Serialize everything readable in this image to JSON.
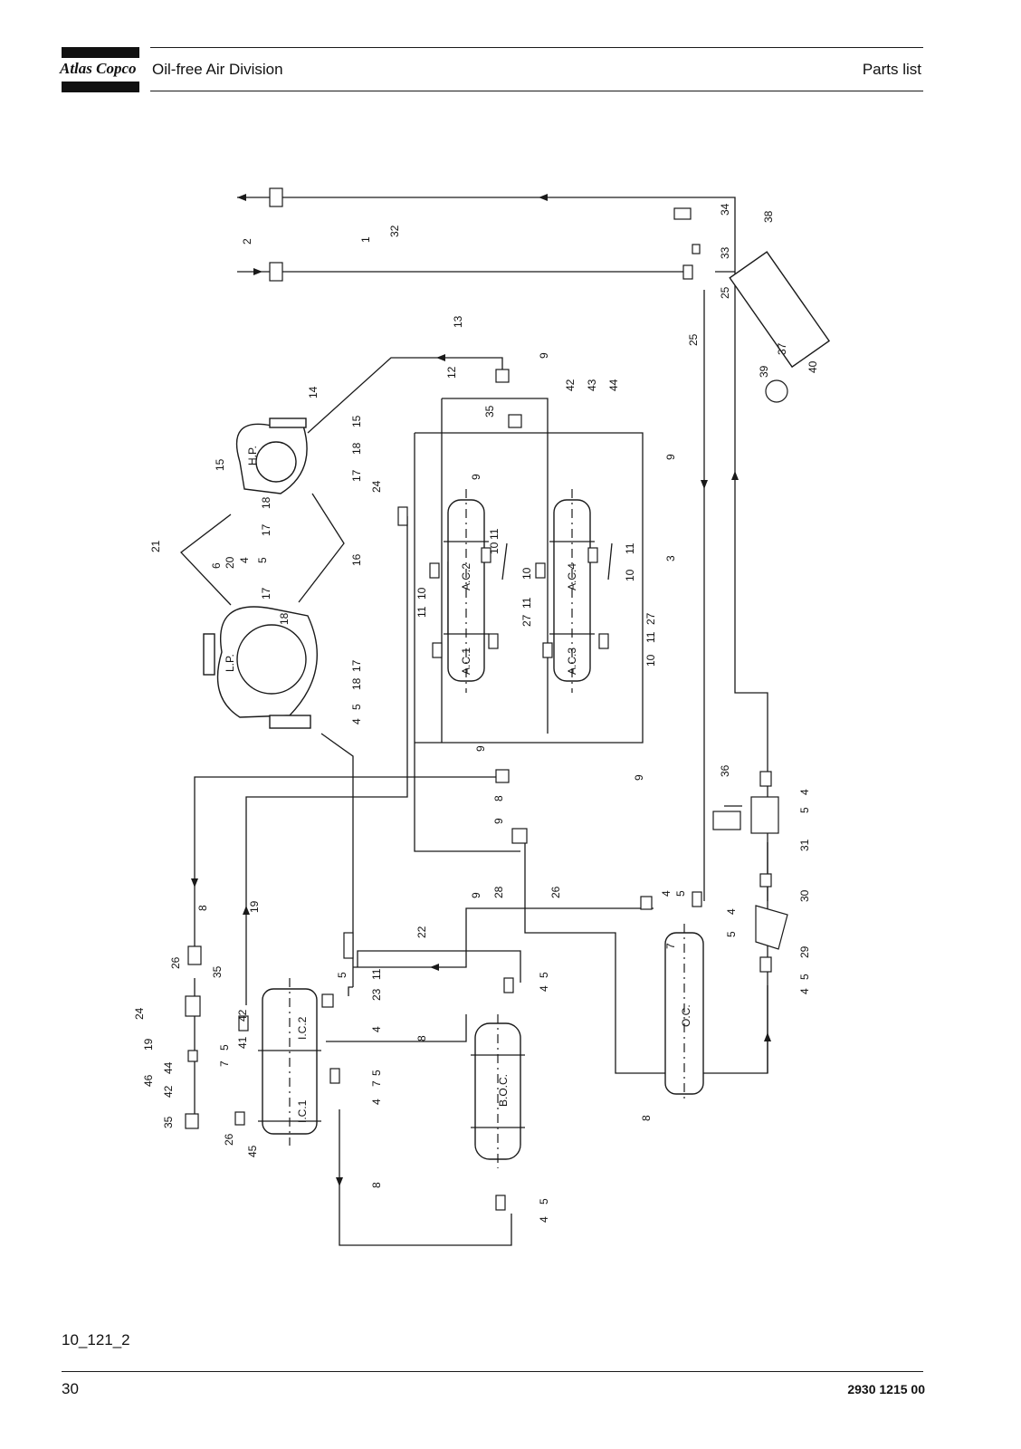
{
  "header": {
    "brand": "Atlas Copco",
    "division": "Oil-free Air Division",
    "section": "Parts list"
  },
  "diagram": {
    "components": {
      "hp": "H.P.",
      "lp": "L.P.",
      "ac1": "A.C.1",
      "ac2": "A.C.2",
      "ac3": "A.C.3",
      "ac4": "A.C.4",
      "ic1": "I.C.1",
      "ic2": "I.C.2",
      "boc": "B.O.C.",
      "oc": "O.C."
    },
    "part_numbers": [
      "1",
      "2",
      "3",
      "4",
      "5",
      "6",
      "7",
      "8",
      "9",
      "10",
      "11",
      "12",
      "13",
      "14",
      "15",
      "16",
      "17",
      "18",
      "19",
      "20",
      "21",
      "22",
      "23",
      "24",
      "25",
      "26",
      "27",
      "28",
      "29",
      "30",
      "31",
      "32",
      "33",
      "34",
      "35",
      "36",
      "37",
      "38",
      "39",
      "40",
      "41",
      "42",
      "43",
      "44",
      "45",
      "46"
    ]
  },
  "footer": {
    "figure_ref": "10_121_2",
    "page_number": "30",
    "doc_number": "2930 1215 00"
  }
}
